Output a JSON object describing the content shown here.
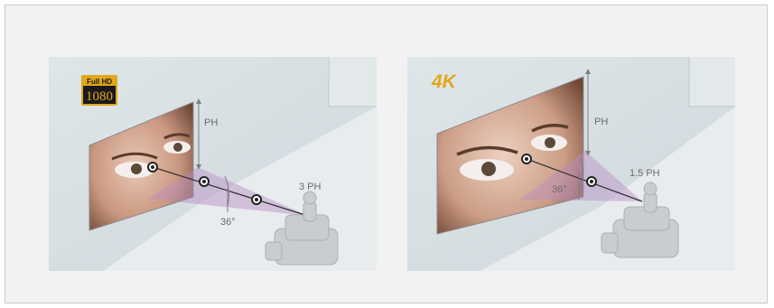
{
  "panels": [
    {
      "badge_top": "Full HD",
      "badge_bottom": "1080",
      "height_label": "PH",
      "distance_label": "3 PH",
      "angle_label": "36°"
    },
    {
      "badge": "4K",
      "height_label": "PH",
      "distance_label": "1.5 PH",
      "angle_label": "36°"
    }
  ],
  "colors": {
    "background": "#f2f2f2",
    "wall": "#cfd8dc",
    "floor": "#e6eaec",
    "viewing_cone": "#b98cc4",
    "badge_gold": "#e1a81a",
    "badge_dark": "#1a1a1a"
  }
}
